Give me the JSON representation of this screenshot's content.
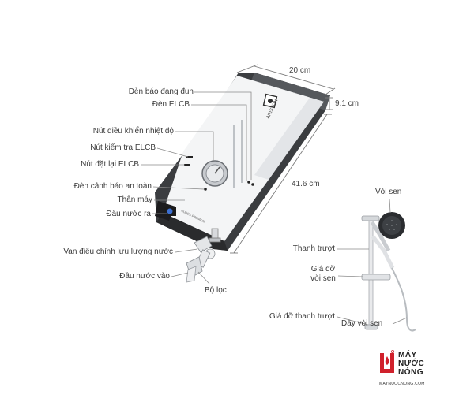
{
  "dimensions": {
    "width": "20 cm",
    "depth": "9.1 cm",
    "height": "41.6 cm"
  },
  "heater_labels": {
    "dang_dun": "Đèn báo đang đun",
    "elcb_lamp": "Đèn ELCB",
    "temp_knob": "Nút điều khiển nhiệt độ",
    "elcb_test": "Nút kiểm tra ELCB",
    "elcb_reset": "Nút đặt lại ELCB",
    "safety_lamp": "Đèn cảnh báo an toàn",
    "body": "Thân máy",
    "water_out": "Đầu nước ra",
    "flow_valve": "Van điều chỉnh lưu lượng nước",
    "water_in": "Đầu nước vào",
    "filter": "Bộ lọc"
  },
  "shower_labels": {
    "head": "Vòi sen",
    "slide_bar": "Thanh trượt",
    "holder_l1": "Giá đỡ",
    "holder_l2": "vòi sen",
    "bar_holder": "Giá đỡ thanh trượt",
    "hose": "Dây vòi sen"
  },
  "device_text": {
    "brand": "ARISTON",
    "panel_small": "AURES PREMIUM"
  },
  "logo": {
    "line1": "MÁY",
    "line2": "NƯỚC",
    "line3": "NÓNG",
    "url": "MAYNUOCNONG.COM",
    "accent": "#d0212c"
  }
}
